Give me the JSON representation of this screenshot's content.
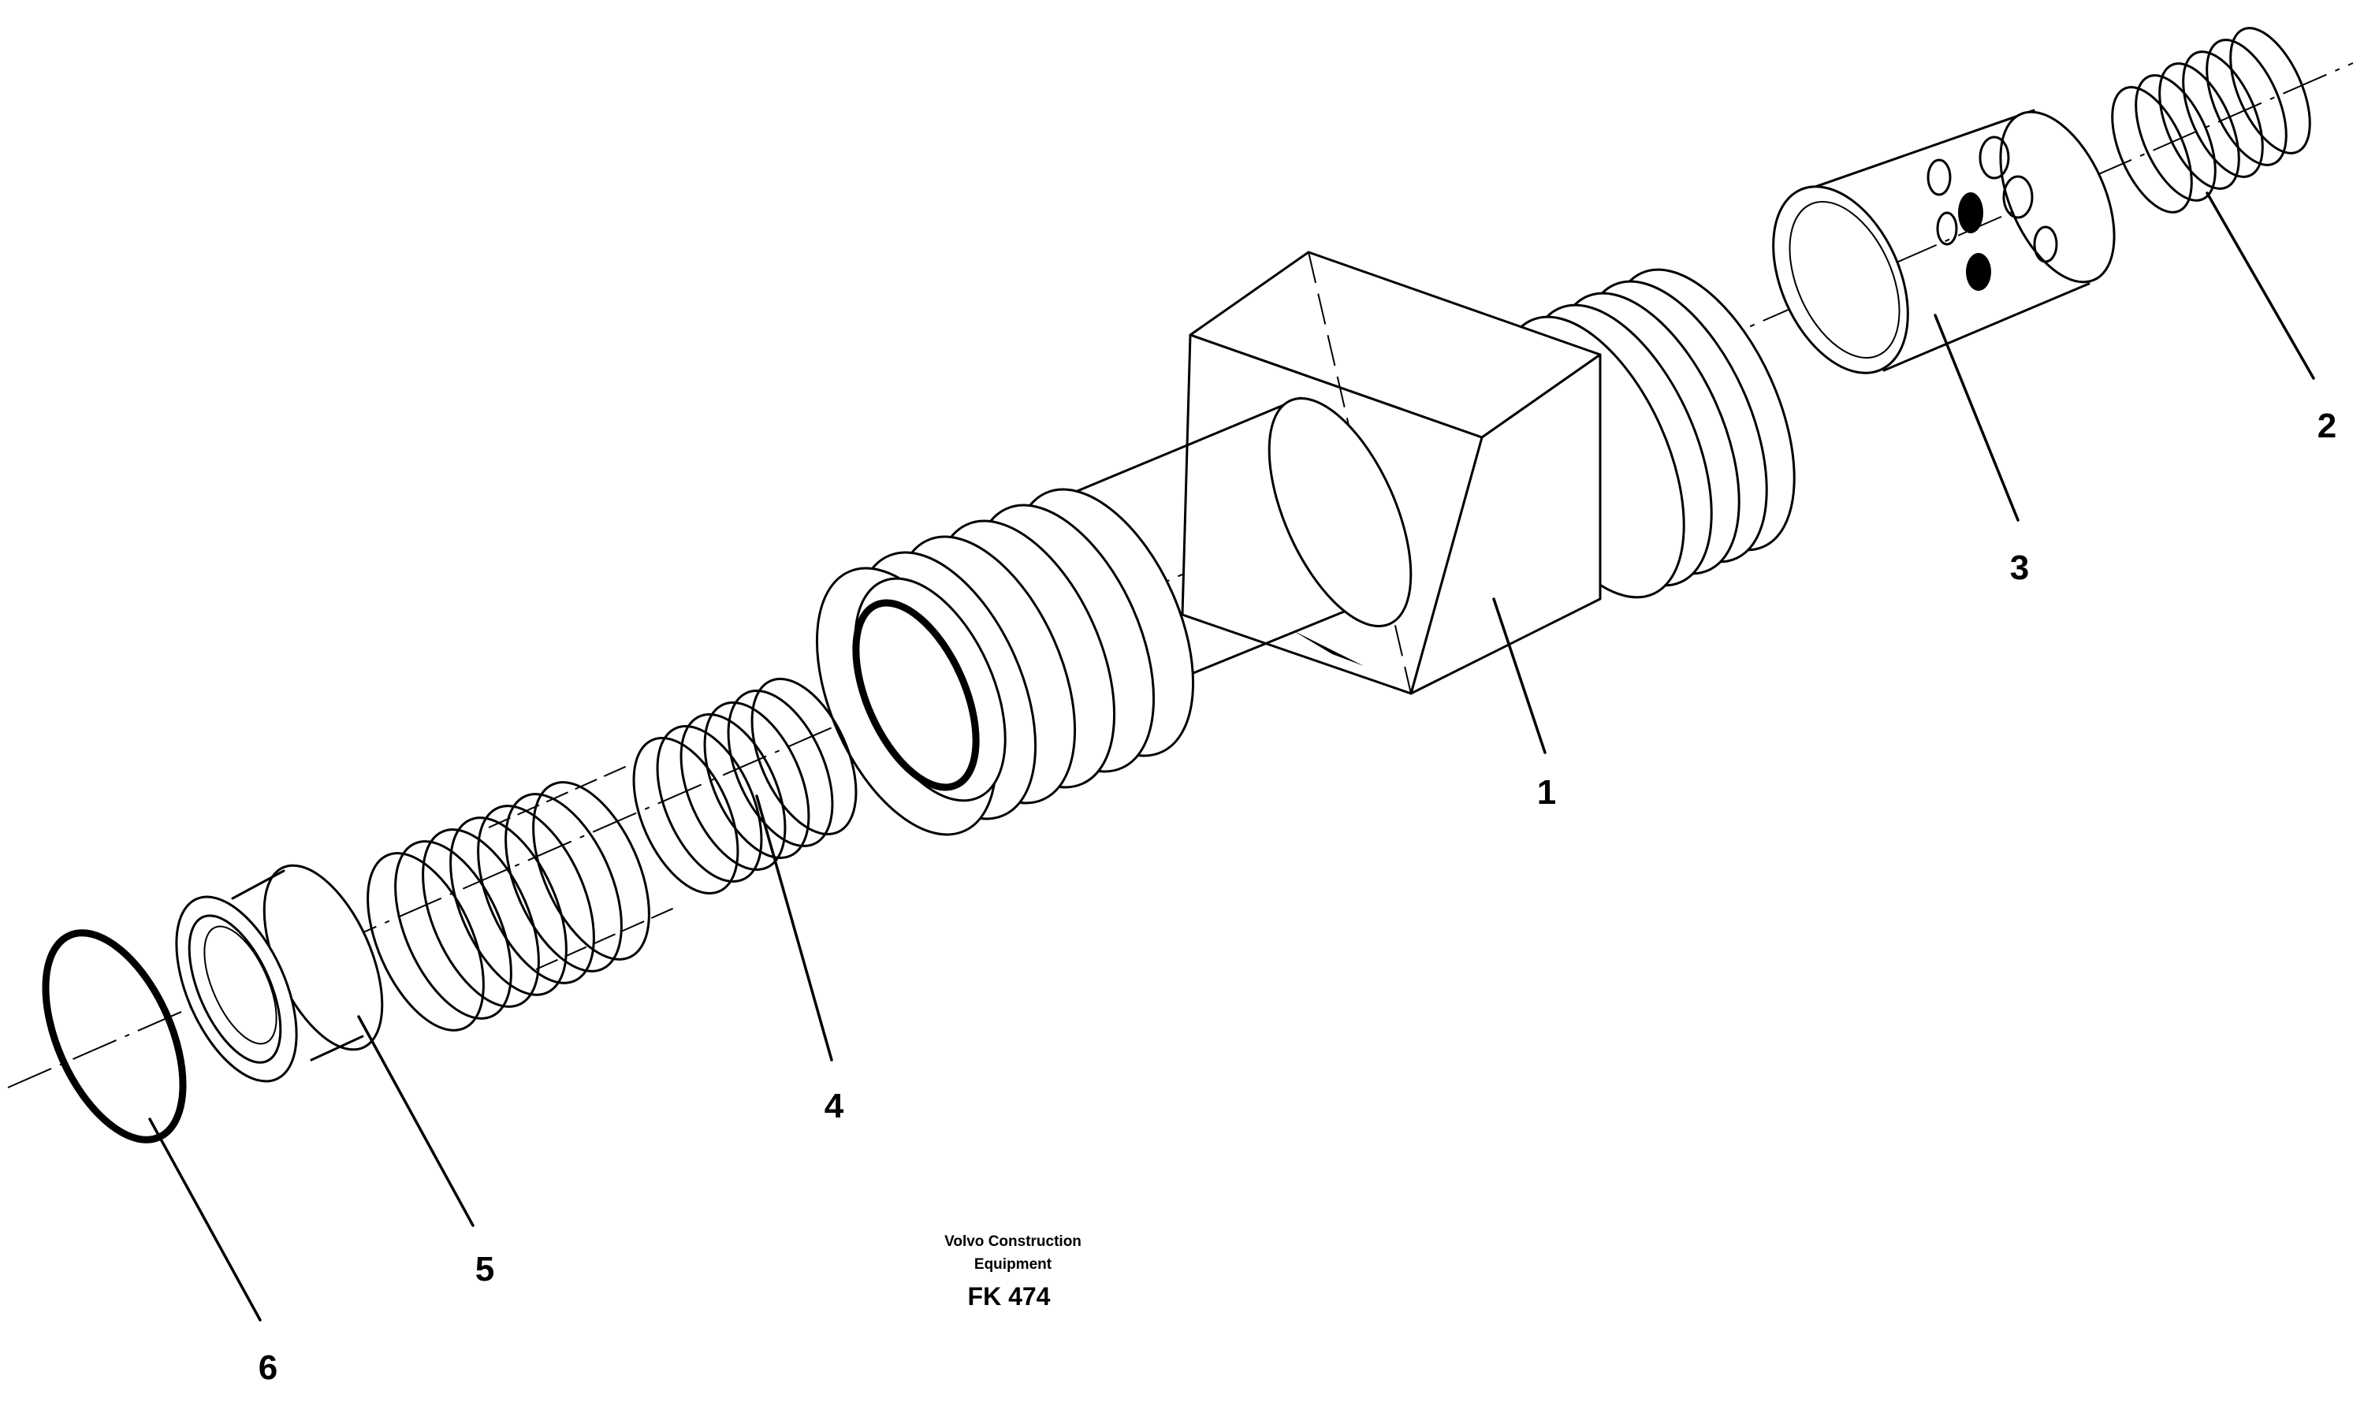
{
  "parts": [
    {
      "number": "1",
      "shape": "valve-body"
    },
    {
      "number": "2",
      "shape": "spring"
    },
    {
      "number": "3",
      "shape": "perforated-sleeve"
    },
    {
      "number": "4",
      "shape": "spring"
    },
    {
      "number": "5",
      "shape": "seal-holder"
    },
    {
      "number": "6",
      "shape": "o-ring"
    }
  ],
  "caption": {
    "line1": "Volvo Construction",
    "line2": "Equipment",
    "code": "FK 474"
  },
  "colors": {
    "line": "#000000",
    "background": "#ffffff"
  }
}
